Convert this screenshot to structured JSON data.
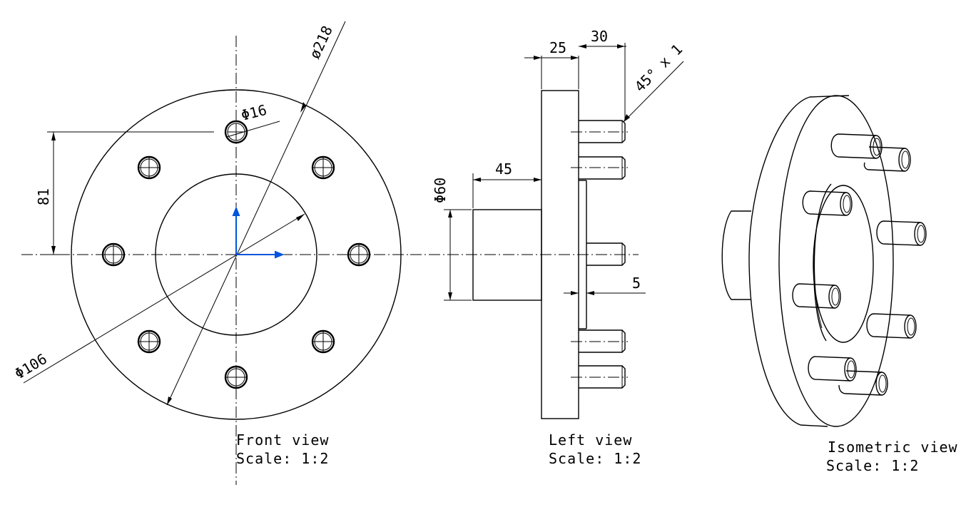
{
  "views": {
    "front": {
      "title": "Front view",
      "scale": "Scale:  1:2"
    },
    "left": {
      "title": "Left view",
      "scale": "Scale:  1:2"
    },
    "iso": {
      "title": "Isometric view",
      "scale": "Scale:  1:2"
    }
  },
  "dims": {
    "d218": "ø218",
    "d16": "Φ16",
    "d106": "Φ106",
    "v81": "81",
    "v25": "25",
    "v30": "30",
    "chamfer": "45° x 1",
    "v45": "45",
    "d60": "Φ60",
    "v5": "5"
  },
  "colors": {
    "axis": "#0055dd",
    "line": "#000000",
    "background": "#ffffff"
  }
}
